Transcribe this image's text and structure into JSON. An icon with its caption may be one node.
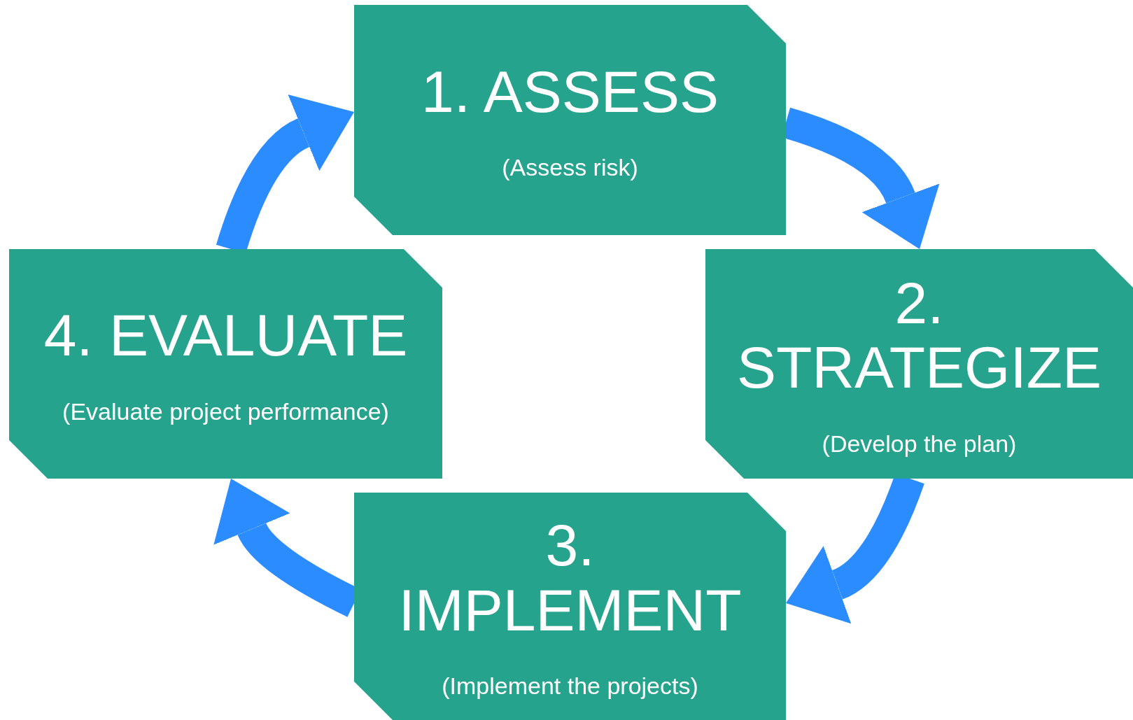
{
  "diagram": {
    "nodes": [
      {
        "text": [
          "1. ASSESS",
          "(Assess risk)"
        ]
      },
      {
        "text": [
          "2. STRATEGIZE",
          "(Develop the plan)"
        ]
      },
      {
        "text": [
          "3. IMPLEMENT",
          "(Implement the projects)"
        ]
      },
      {
        "text": [
          "4. EVALUATE",
          "(Evaluate project performance)"
        ]
      }
    ],
    "edges": [
      {
        "from": 0,
        "to": 1,
        "arrow": "to"
      },
      {
        "from": 1,
        "to": 2,
        "arrow": "to"
      },
      {
        "from": 2,
        "to": 3,
        "arrow": "to"
      },
      {
        "from": 3,
        "to": 0,
        "arrow": "to"
      }
    ]
  }
}
